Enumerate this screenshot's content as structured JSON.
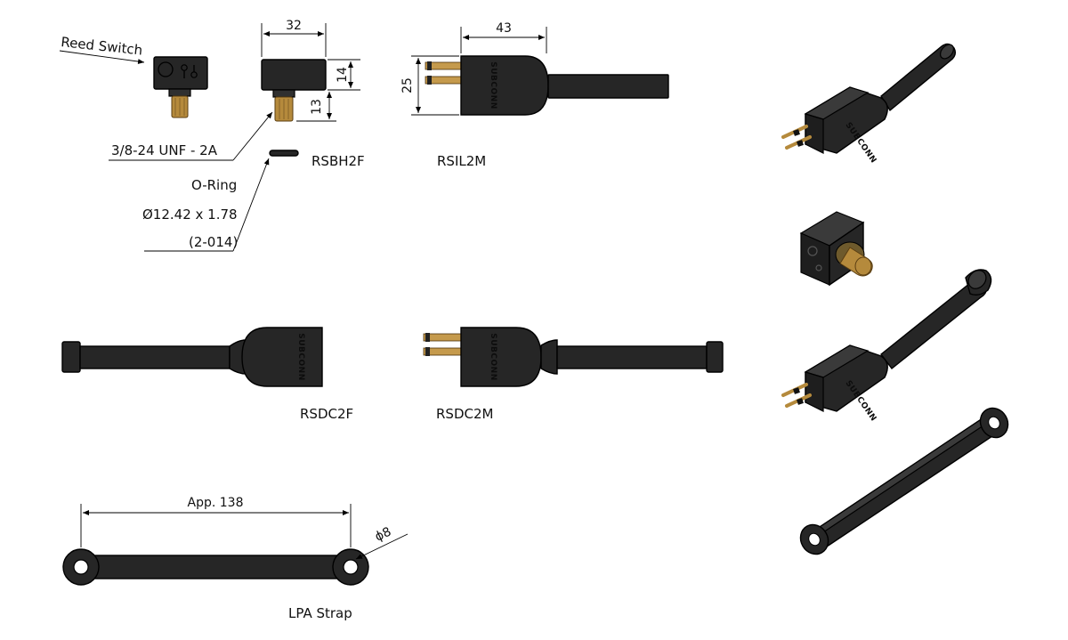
{
  "labels": {
    "reed_switch": "Reed Switch",
    "thread": "3/8-24 UNF - 2A",
    "oring": "O-Ring",
    "oring_size": "Ø12.42 x 1.78",
    "oring_code": "(2-014)",
    "rsbh2f": "RSBH2F",
    "rsil2m": "RSIL2M",
    "rsdc2f": "RSDC2F",
    "rsdc2m": "RSDC2M",
    "lpa_strap": "LPA Strap",
    "brand": "SUBCONN"
  },
  "dimensions": {
    "bh_width": "32",
    "bh_height": "14",
    "bh_thread_len": "13",
    "il_length": "43",
    "il_height": "25",
    "strap_length": "App. 138",
    "strap_hole": "ϕ8"
  }
}
